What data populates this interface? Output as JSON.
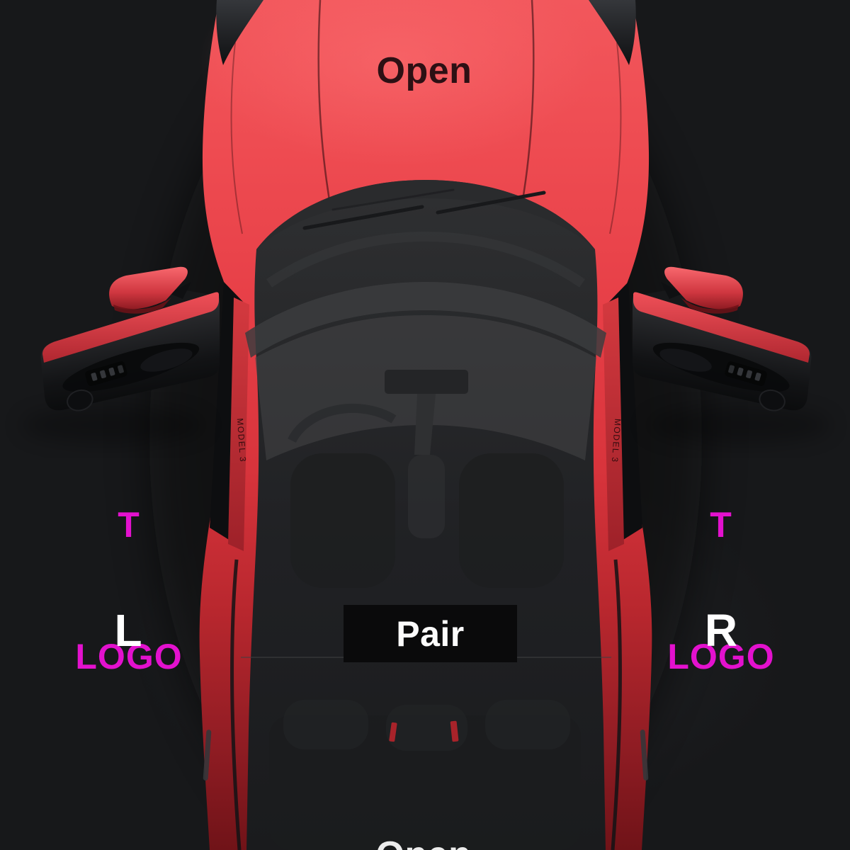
{
  "scene": {
    "description": "Top-down view of red car with both front doors open, accessory pairing screen",
    "colors": {
      "background": "#17181a",
      "car_body": "#e8434b",
      "projector_label": "#e311ce",
      "pair_button_bg": "#0a0a0b",
      "pair_button_text": "#ffffff",
      "frunk_label_text": "#2d1014",
      "door_letter_text": "#ffffff"
    }
  },
  "labels": {
    "frunk_open": "Open",
    "trunk_open": "Open",
    "pair": "Pair",
    "door_left": "L",
    "door_right": "R",
    "projector_left_line1": "T",
    "projector_left_line2": "LOGO",
    "projector_right_line1": "T",
    "projector_right_line2": "LOGO",
    "sill_badge_left": "MODEL 3",
    "sill_badge_right": "MODEL 3"
  }
}
